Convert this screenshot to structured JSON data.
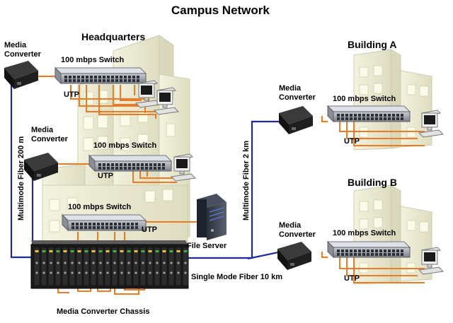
{
  "title": "Campus Network",
  "buildings": {
    "hq": "Headquarters",
    "a": "Building A",
    "b": "Building B"
  },
  "labels": {
    "media_converter_line1": "Media",
    "media_converter_line2": "Converter",
    "switch": "100 mbps Switch",
    "utp": "UTP",
    "file_server": "File Server",
    "single_mode_fiber": "Single Mode Fiber 10 km",
    "chassis": "Media Converter Chassis",
    "multimode_200": "Multimode Fiber 200 m",
    "multimode_2k": "Multimode Fiber 2 km"
  },
  "colors": {
    "fiber": "#1c2a9c",
    "utp": "#f07a22",
    "building": "#efeed8",
    "building_shade": "#d9d8b8",
    "window": "#fbfbea",
    "device": "#1a1a1a"
  }
}
